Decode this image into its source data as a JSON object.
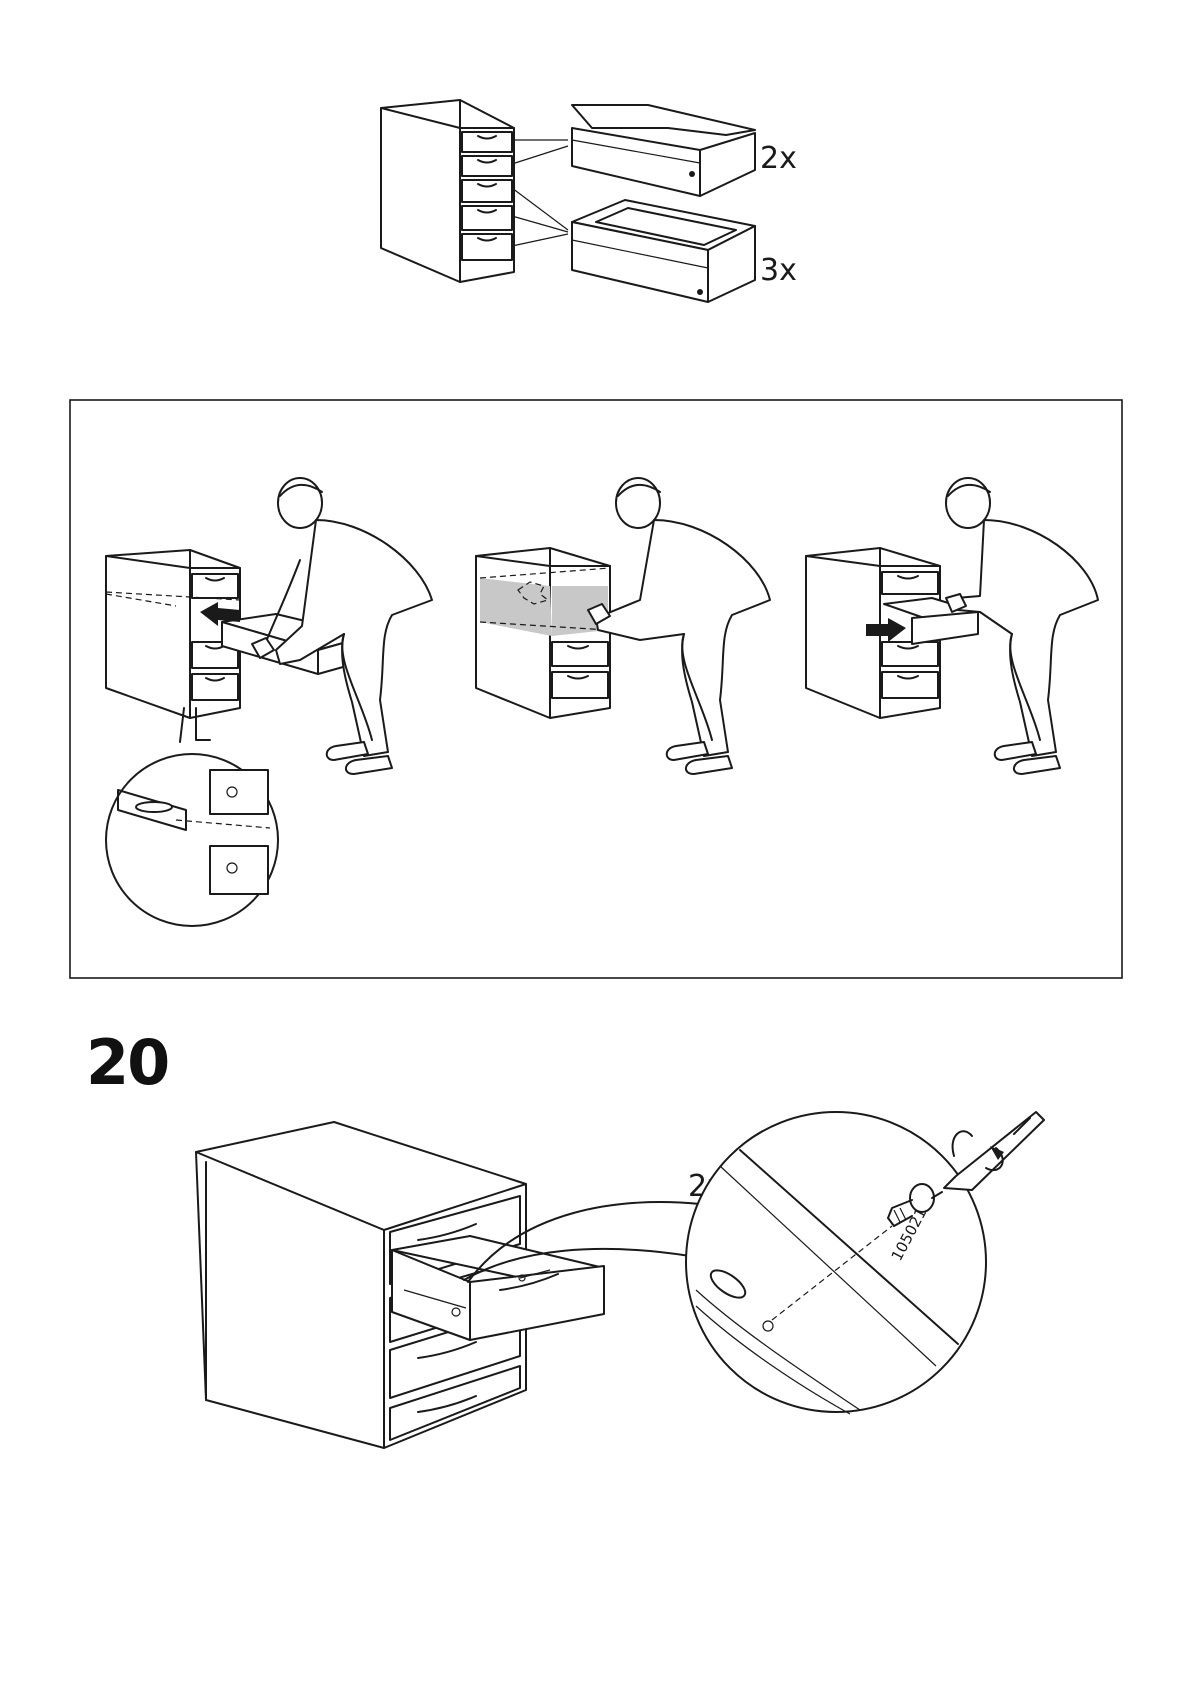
{
  "overview": {
    "narrow_drawer_qty": "2x",
    "deep_drawer_qty": "3x"
  },
  "step": {
    "number": "20",
    "screw_qty": "2x",
    "screw_part_no": "105021"
  },
  "colors": {
    "line": "#1a1a1a",
    "highlight": "#c8c8c8",
    "background": "#ffffff"
  },
  "icons": [
    "cabinet-icon",
    "drawer-icon",
    "person-icon",
    "arrow-icon",
    "screwdriver-icon",
    "screw-icon",
    "rotate-icon",
    "magnify-callout-icon"
  ]
}
